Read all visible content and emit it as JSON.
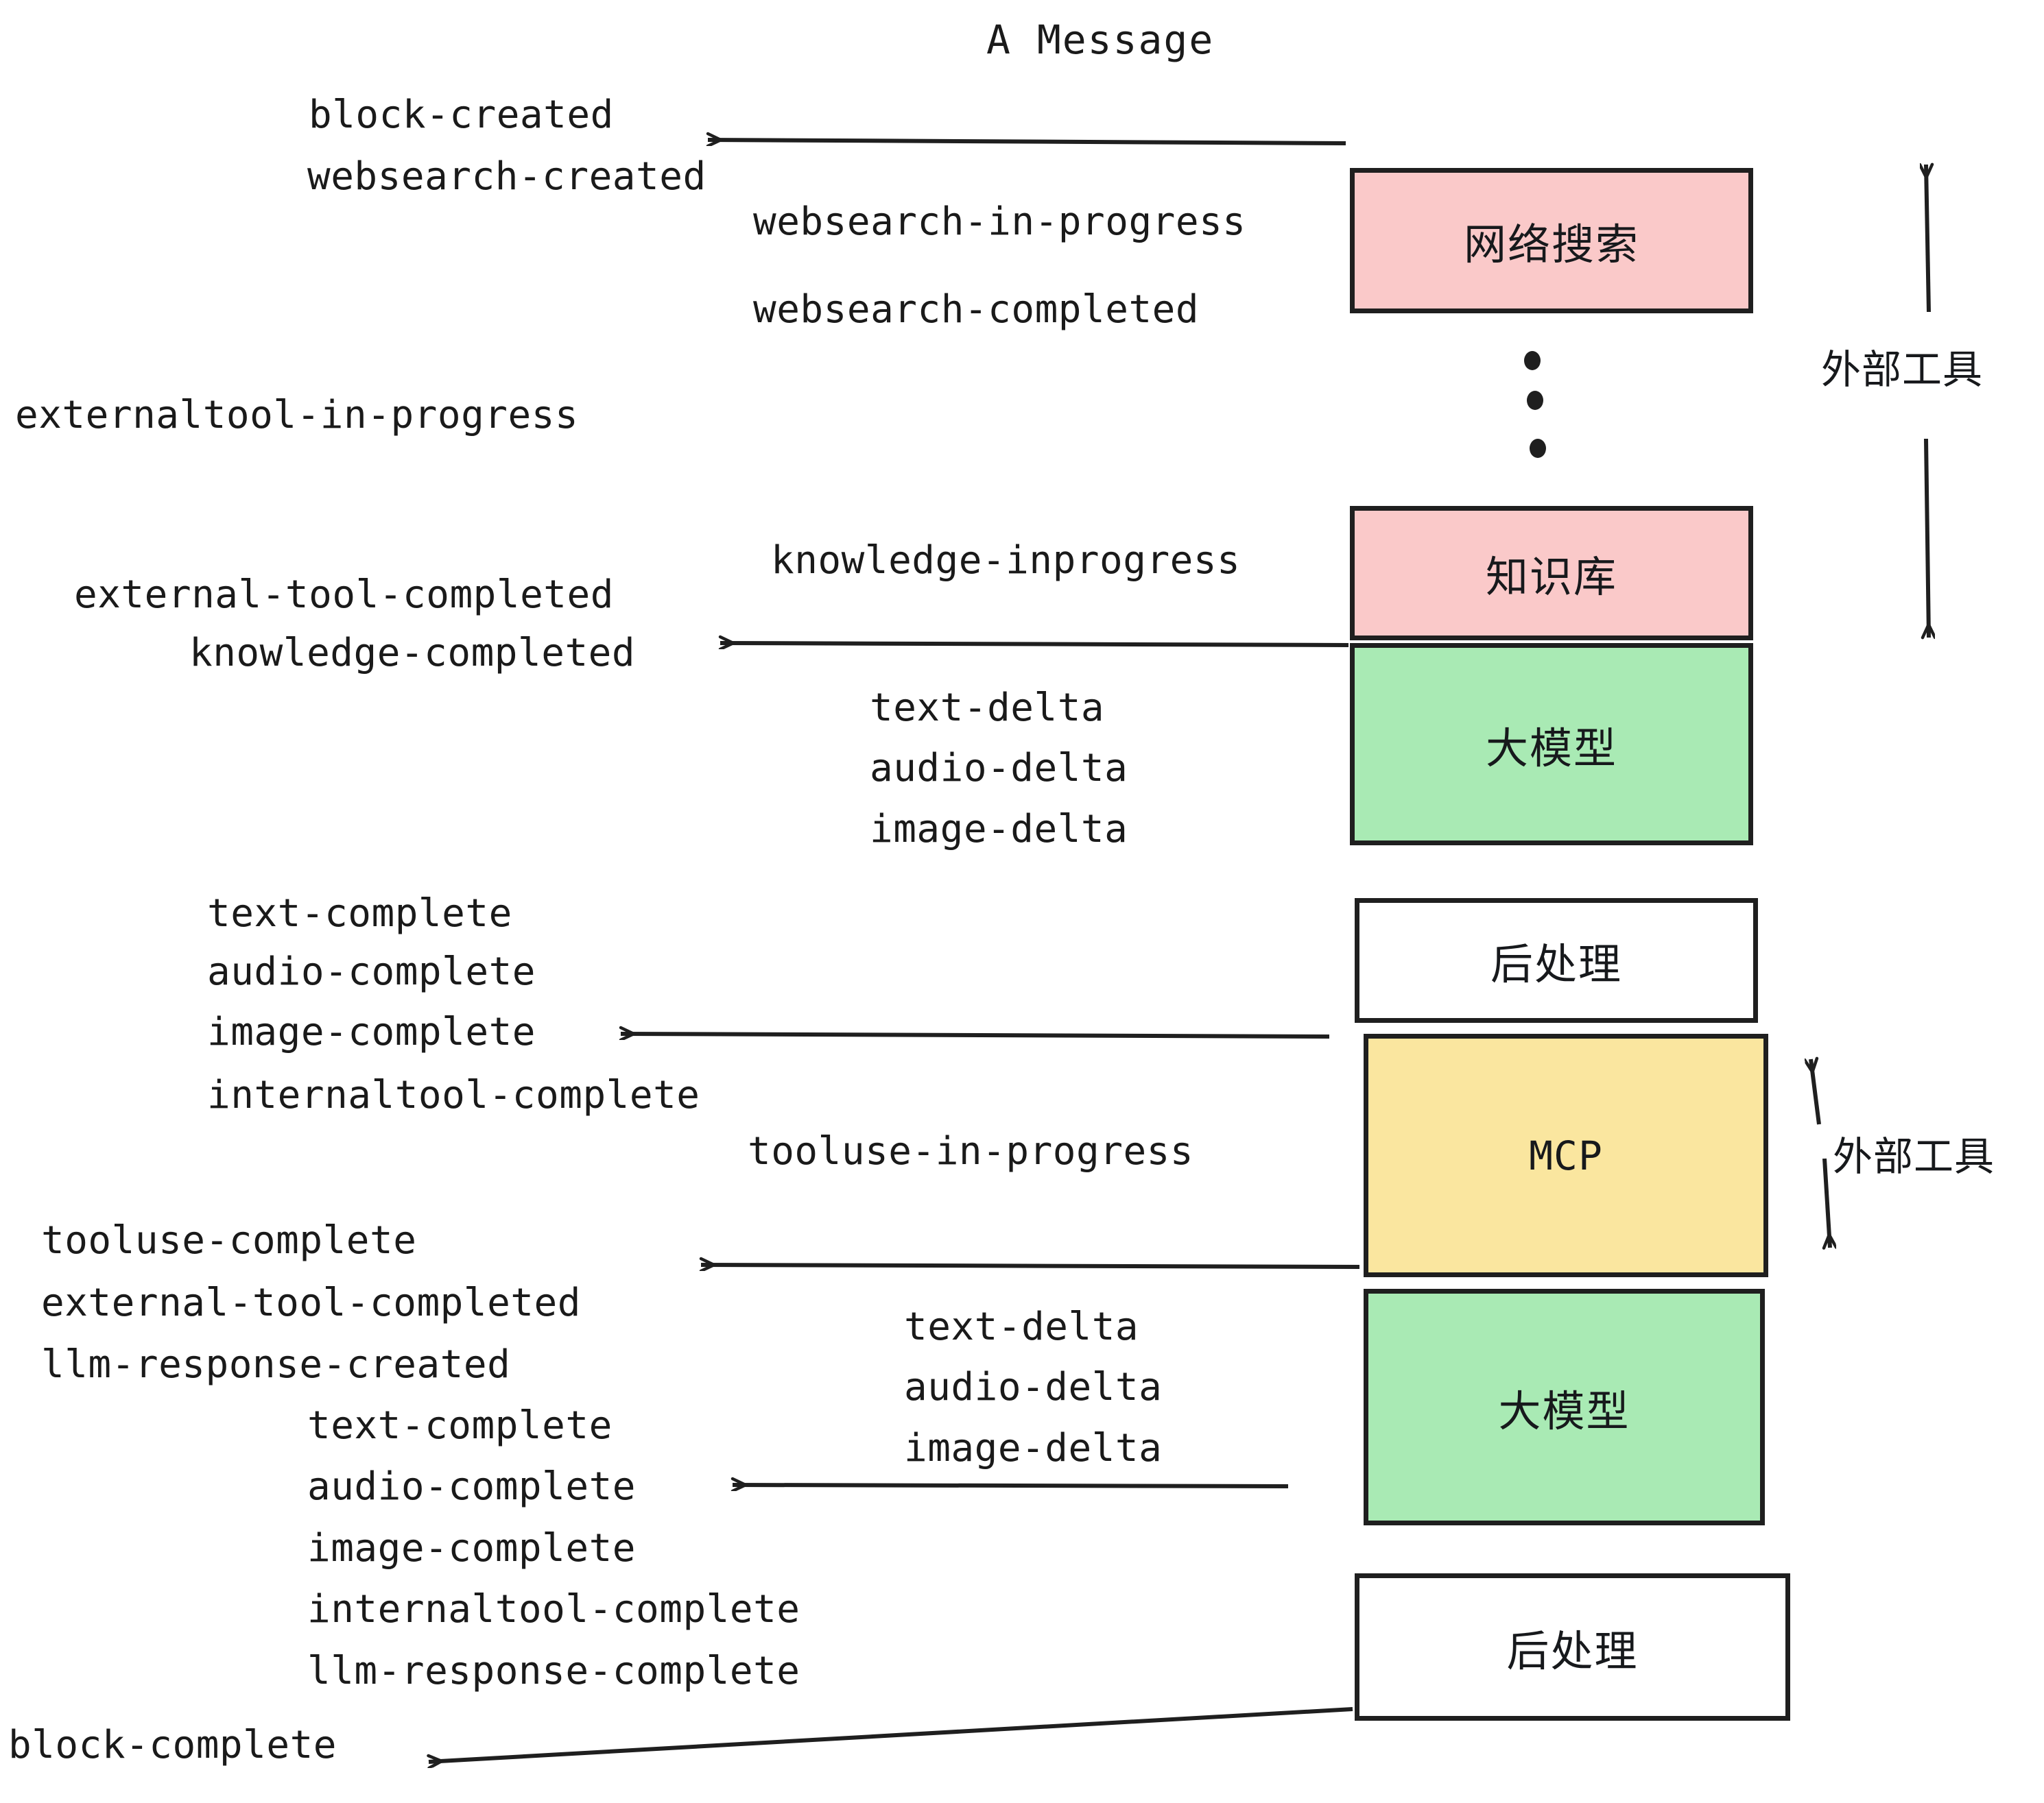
{
  "diagram": {
    "title": "A Message",
    "colors": {
      "websearch": "#fac9c9",
      "knowledge": "#fac9c9",
      "llm": "#a9eab4",
      "mcp": "#fae69f",
      "postprocess": "#ffffff",
      "stroke": "#1f1f1f",
      "text": "#1a1a1a"
    },
    "nodes": [
      {
        "id": "websearch",
        "label": "网络搜索"
      },
      {
        "id": "knowledge",
        "label": "知识库"
      },
      {
        "id": "llm1",
        "label": "大模型"
      },
      {
        "id": "postprocess1",
        "label": "后处理"
      },
      {
        "id": "mcp",
        "label": "MCP"
      },
      {
        "id": "llm2",
        "label": "大模型"
      },
      {
        "id": "postprocess2",
        "label": "后处理"
      }
    ],
    "side_labels": [
      {
        "id": "external-tools-top",
        "label": "外部工具"
      },
      {
        "id": "external-tools-bottom",
        "label": "外部工具"
      }
    ],
    "events": [
      {
        "id": "block-created",
        "text": "block-created"
      },
      {
        "id": "websearch-created",
        "text": "websearch-created"
      },
      {
        "id": "websearch-in-progress",
        "text": "websearch-in-progress"
      },
      {
        "id": "websearch-completed",
        "text": "websearch-completed"
      },
      {
        "id": "externaltool-in-progress",
        "text": "externaltool-in-progress"
      },
      {
        "id": "knowledge-inprogress",
        "text": "knowledge-inprogress"
      },
      {
        "id": "external-tool-completed-1",
        "text": "external-tool-completed"
      },
      {
        "id": "knowledge-completed",
        "text": "knowledge-completed"
      },
      {
        "id": "text-delta-1",
        "text": "text-delta"
      },
      {
        "id": "audio-delta-1",
        "text": "audio-delta"
      },
      {
        "id": "image-delta-1",
        "text": "image-delta"
      },
      {
        "id": "text-complete-1",
        "text": "text-complete"
      },
      {
        "id": "audio-complete-1",
        "text": "audio-complete"
      },
      {
        "id": "image-complete-1",
        "text": "image-complete"
      },
      {
        "id": "internaltool-complete-1",
        "text": "internaltool-complete"
      },
      {
        "id": "tooluse-in-progress",
        "text": "tooluse-in-progress"
      },
      {
        "id": "tooluse-complete",
        "text": "tooluse-complete"
      },
      {
        "id": "external-tool-completed-2",
        "text": "external-tool-completed"
      },
      {
        "id": "llm-response-created",
        "text": "llm-response-created"
      },
      {
        "id": "text-delta-2",
        "text": "text-delta"
      },
      {
        "id": "audio-delta-2",
        "text": "audio-delta"
      },
      {
        "id": "image-delta-2",
        "text": "image-delta"
      },
      {
        "id": "text-complete-2",
        "text": "text-complete"
      },
      {
        "id": "audio-complete-2",
        "text": "audio-complete"
      },
      {
        "id": "image-complete-2",
        "text": "image-complete"
      },
      {
        "id": "internaltool-complete-2",
        "text": "internaltool-complete"
      },
      {
        "id": "llm-response-complete",
        "text": "llm-response-complete"
      },
      {
        "id": "block-complete",
        "text": "block-complete"
      }
    ]
  }
}
